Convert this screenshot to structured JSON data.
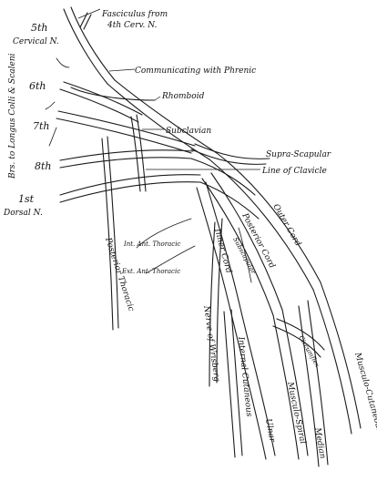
{
  "labels": {
    "c5_a": "5th",
    "c5_b": "Cervical N.",
    "fasciculus_a": "Fasciculus from",
    "fasciculus_b": "4th Cerv. N.",
    "communicating": "Communicating with Phrenic",
    "c6": "6th",
    "rhomboid": "Rhomboid",
    "c7": "7th",
    "subclavian": "Subclavian",
    "longus_colli": "Brs. to Longus Colli & Scaleni",
    "supra_scapular": "Supra-Scapular",
    "c8": "8th",
    "line_of_clavicle": "Line of Clavicle",
    "d1_a": "1st",
    "d1_b": "Dorsal N.",
    "int_ant_thoracic": "Int. Ant. Thoracic",
    "ext_ant_thoracic": "Ext. Ant. Thoracic",
    "posterior_thoracic": "Posterior Thoracic",
    "outer_cord": "Outer Cord",
    "posterior_cord": "Posterior Cord",
    "subscapular": "Subscapular",
    "inner_cord": "Inner Cord",
    "nerve_of_wrisberg": "Nerve of Wrisberg",
    "internal_cutaneous": "Internal Cutaneous",
    "circumflex": "Circumflex",
    "ulnar": "Ulnar",
    "musculo_spiral": "Musculo-Spiral",
    "median": "Median",
    "musculo_cutaneous": "Musculo-Cutaneous"
  },
  "colors": {
    "ink": "#1b1b1b",
    "paper": "#ffffff"
  }
}
